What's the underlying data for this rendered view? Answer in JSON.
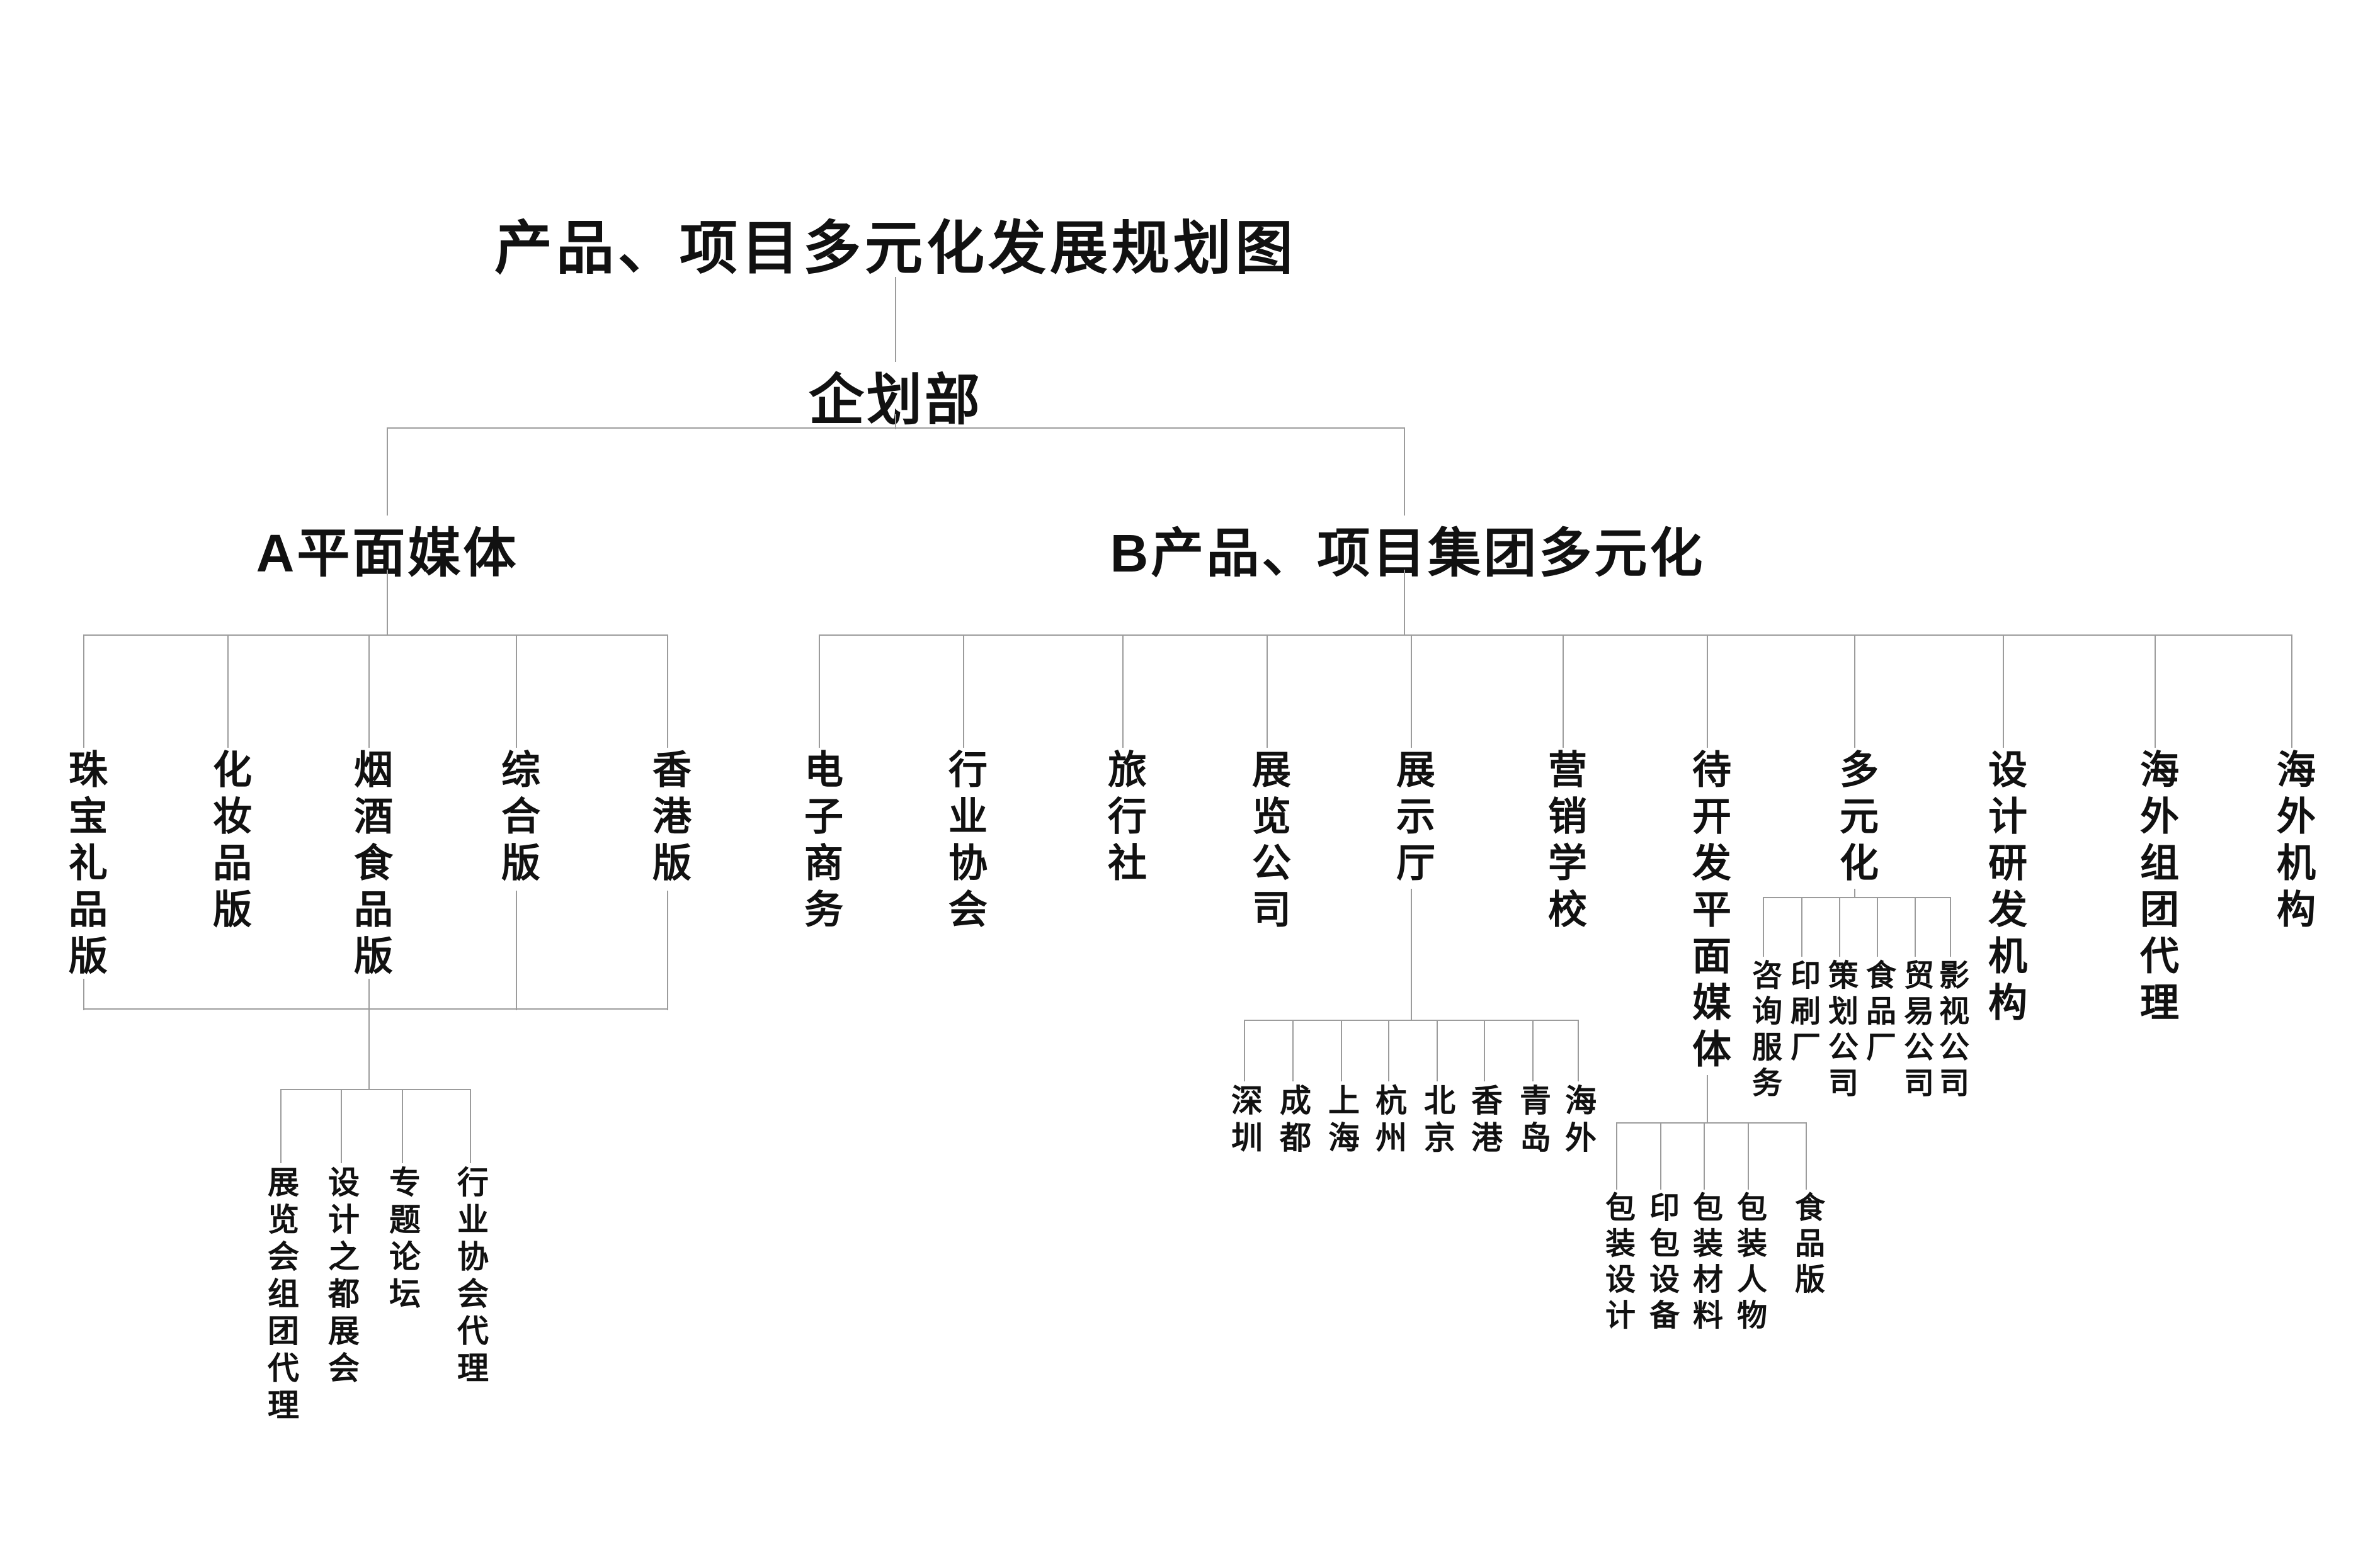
{
  "title": "产品、项目多元化发展规划图",
  "root": {
    "label": "企划部"
  },
  "branch_a": {
    "label": "A平面媒体",
    "children": [
      "珠宝礼品版",
      "化妆品版",
      "烟酒食品版",
      "综合版",
      "香港版"
    ],
    "sub_children": [
      "展览会组团代理",
      "设计之都展会",
      "专题论坛",
      "行业协会代理"
    ]
  },
  "branch_b": {
    "label": "B产品、项目集团多元化",
    "children": [
      "电子商务",
      "行业协会",
      "旅行社",
      "展览公司",
      "展示厅",
      "营销学校",
      "待开发平面媒体",
      "多元化",
      "设计研发机构",
      "海外组团代理",
      "海外机构"
    ],
    "showroom_children": [
      "深圳",
      "成都",
      "上海",
      "杭州",
      "北京",
      "香港",
      "青岛",
      "海外"
    ],
    "diversification_children": [
      "咨询服务",
      "印刷厂",
      "策划公司",
      "食品厂",
      "贸易公司",
      "影视公司"
    ],
    "pending_media_children": [
      "包装设计",
      "印包设备",
      "包装材料",
      "包装人物",
      "食品版"
    ]
  },
  "colors": {
    "line": "#9c9c9c",
    "text": "#111111",
    "background": "#ffffff"
  }
}
